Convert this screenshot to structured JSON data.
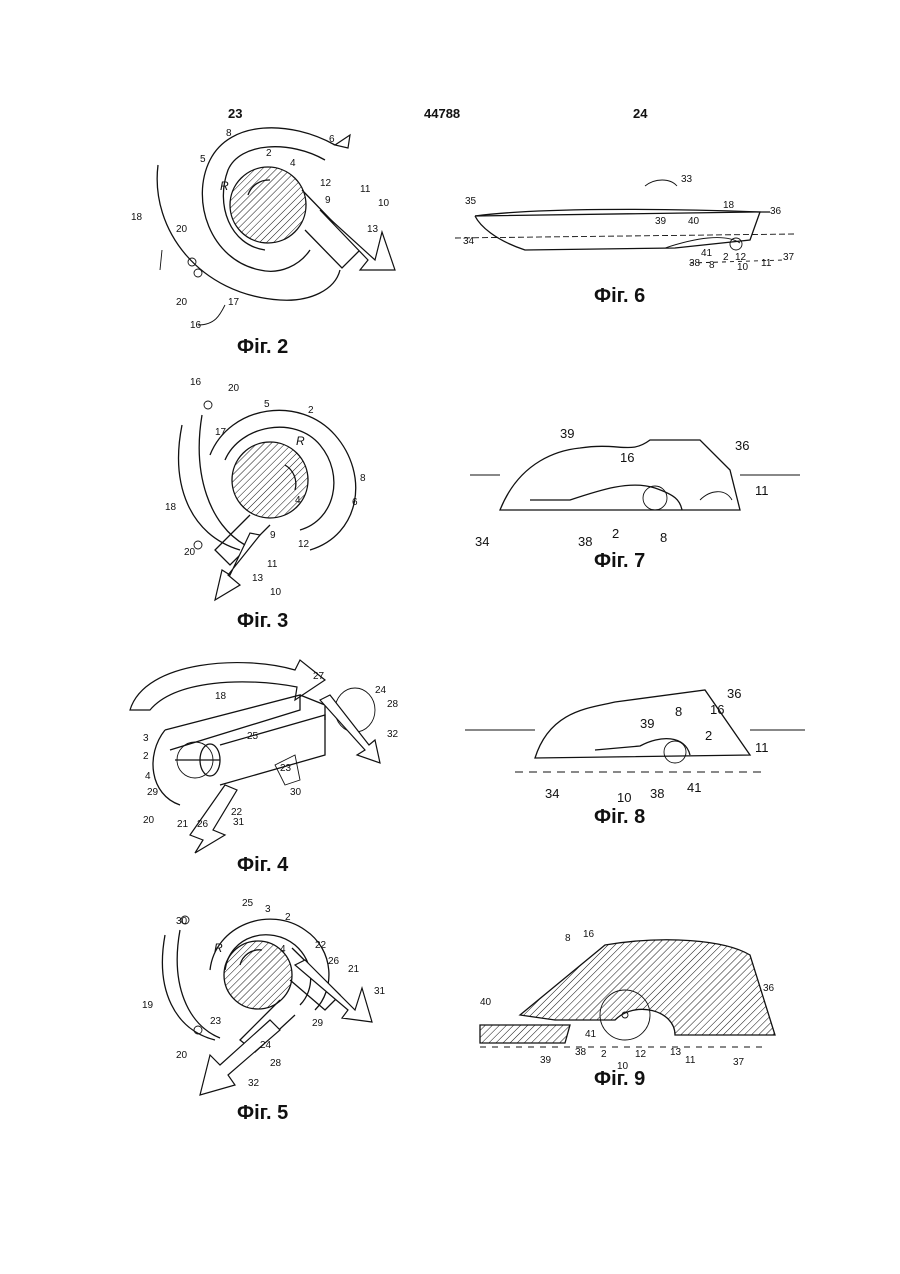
{
  "header": {
    "left": "23",
    "center": "44788",
    "right": "24"
  },
  "captions": {
    "fig2": "Фіг. 2",
    "fig3": "Фіг. 3",
    "fig4": "Фіг. 4",
    "fig5": "Фіг. 5",
    "fig6": "Фіг. 6",
    "fig7": "Фіг. 7",
    "fig8": "Фіг. 8",
    "fig9": "Фіг. 9"
  },
  "labels": {
    "fig2": [
      "8",
      "2",
      "4",
      "6",
      "5",
      "R",
      "12",
      "9",
      "11",
      "10",
      "13",
      "18",
      "20",
      "20",
      "17",
      "16"
    ],
    "fig3": [
      "16",
      "20",
      "5",
      "2",
      "17",
      "R",
      "8",
      "4",
      "6",
      "18",
      "9",
      "12",
      "20",
      "11",
      "13",
      "10"
    ],
    "fig4": [
      "18",
      "27",
      "24",
      "28",
      "3",
      "25",
      "32",
      "2",
      "4",
      "29",
      "20",
      "21",
      "26",
      "22",
      "23",
      "30",
      "31"
    ],
    "fig5": [
      "25",
      "3",
      "2",
      "30",
      "R",
      "4",
      "22",
      "26",
      "21",
      "31",
      "19",
      "23",
      "24",
      "29",
      "20",
      "28",
      "32"
    ],
    "fig6": [
      "33",
      "35",
      "39",
      "40",
      "18",
      "36",
      "34",
      "41",
      "38",
      "8",
      "2",
      "12",
      "10",
      "11",
      "37"
    ],
    "fig7": [
      "39",
      "36",
      "16",
      "11",
      "34",
      "38",
      "2",
      "8"
    ],
    "fig8": [
      "36",
      "8",
      "16",
      "39",
      "2",
      "11",
      "34",
      "10",
      "38",
      "41"
    ],
    "fig9": [
      "8",
      "16",
      "36",
      "40",
      "41",
      "38",
      "39",
      "2",
      "12",
      "10",
      "13",
      "11",
      "37"
    ]
  }
}
